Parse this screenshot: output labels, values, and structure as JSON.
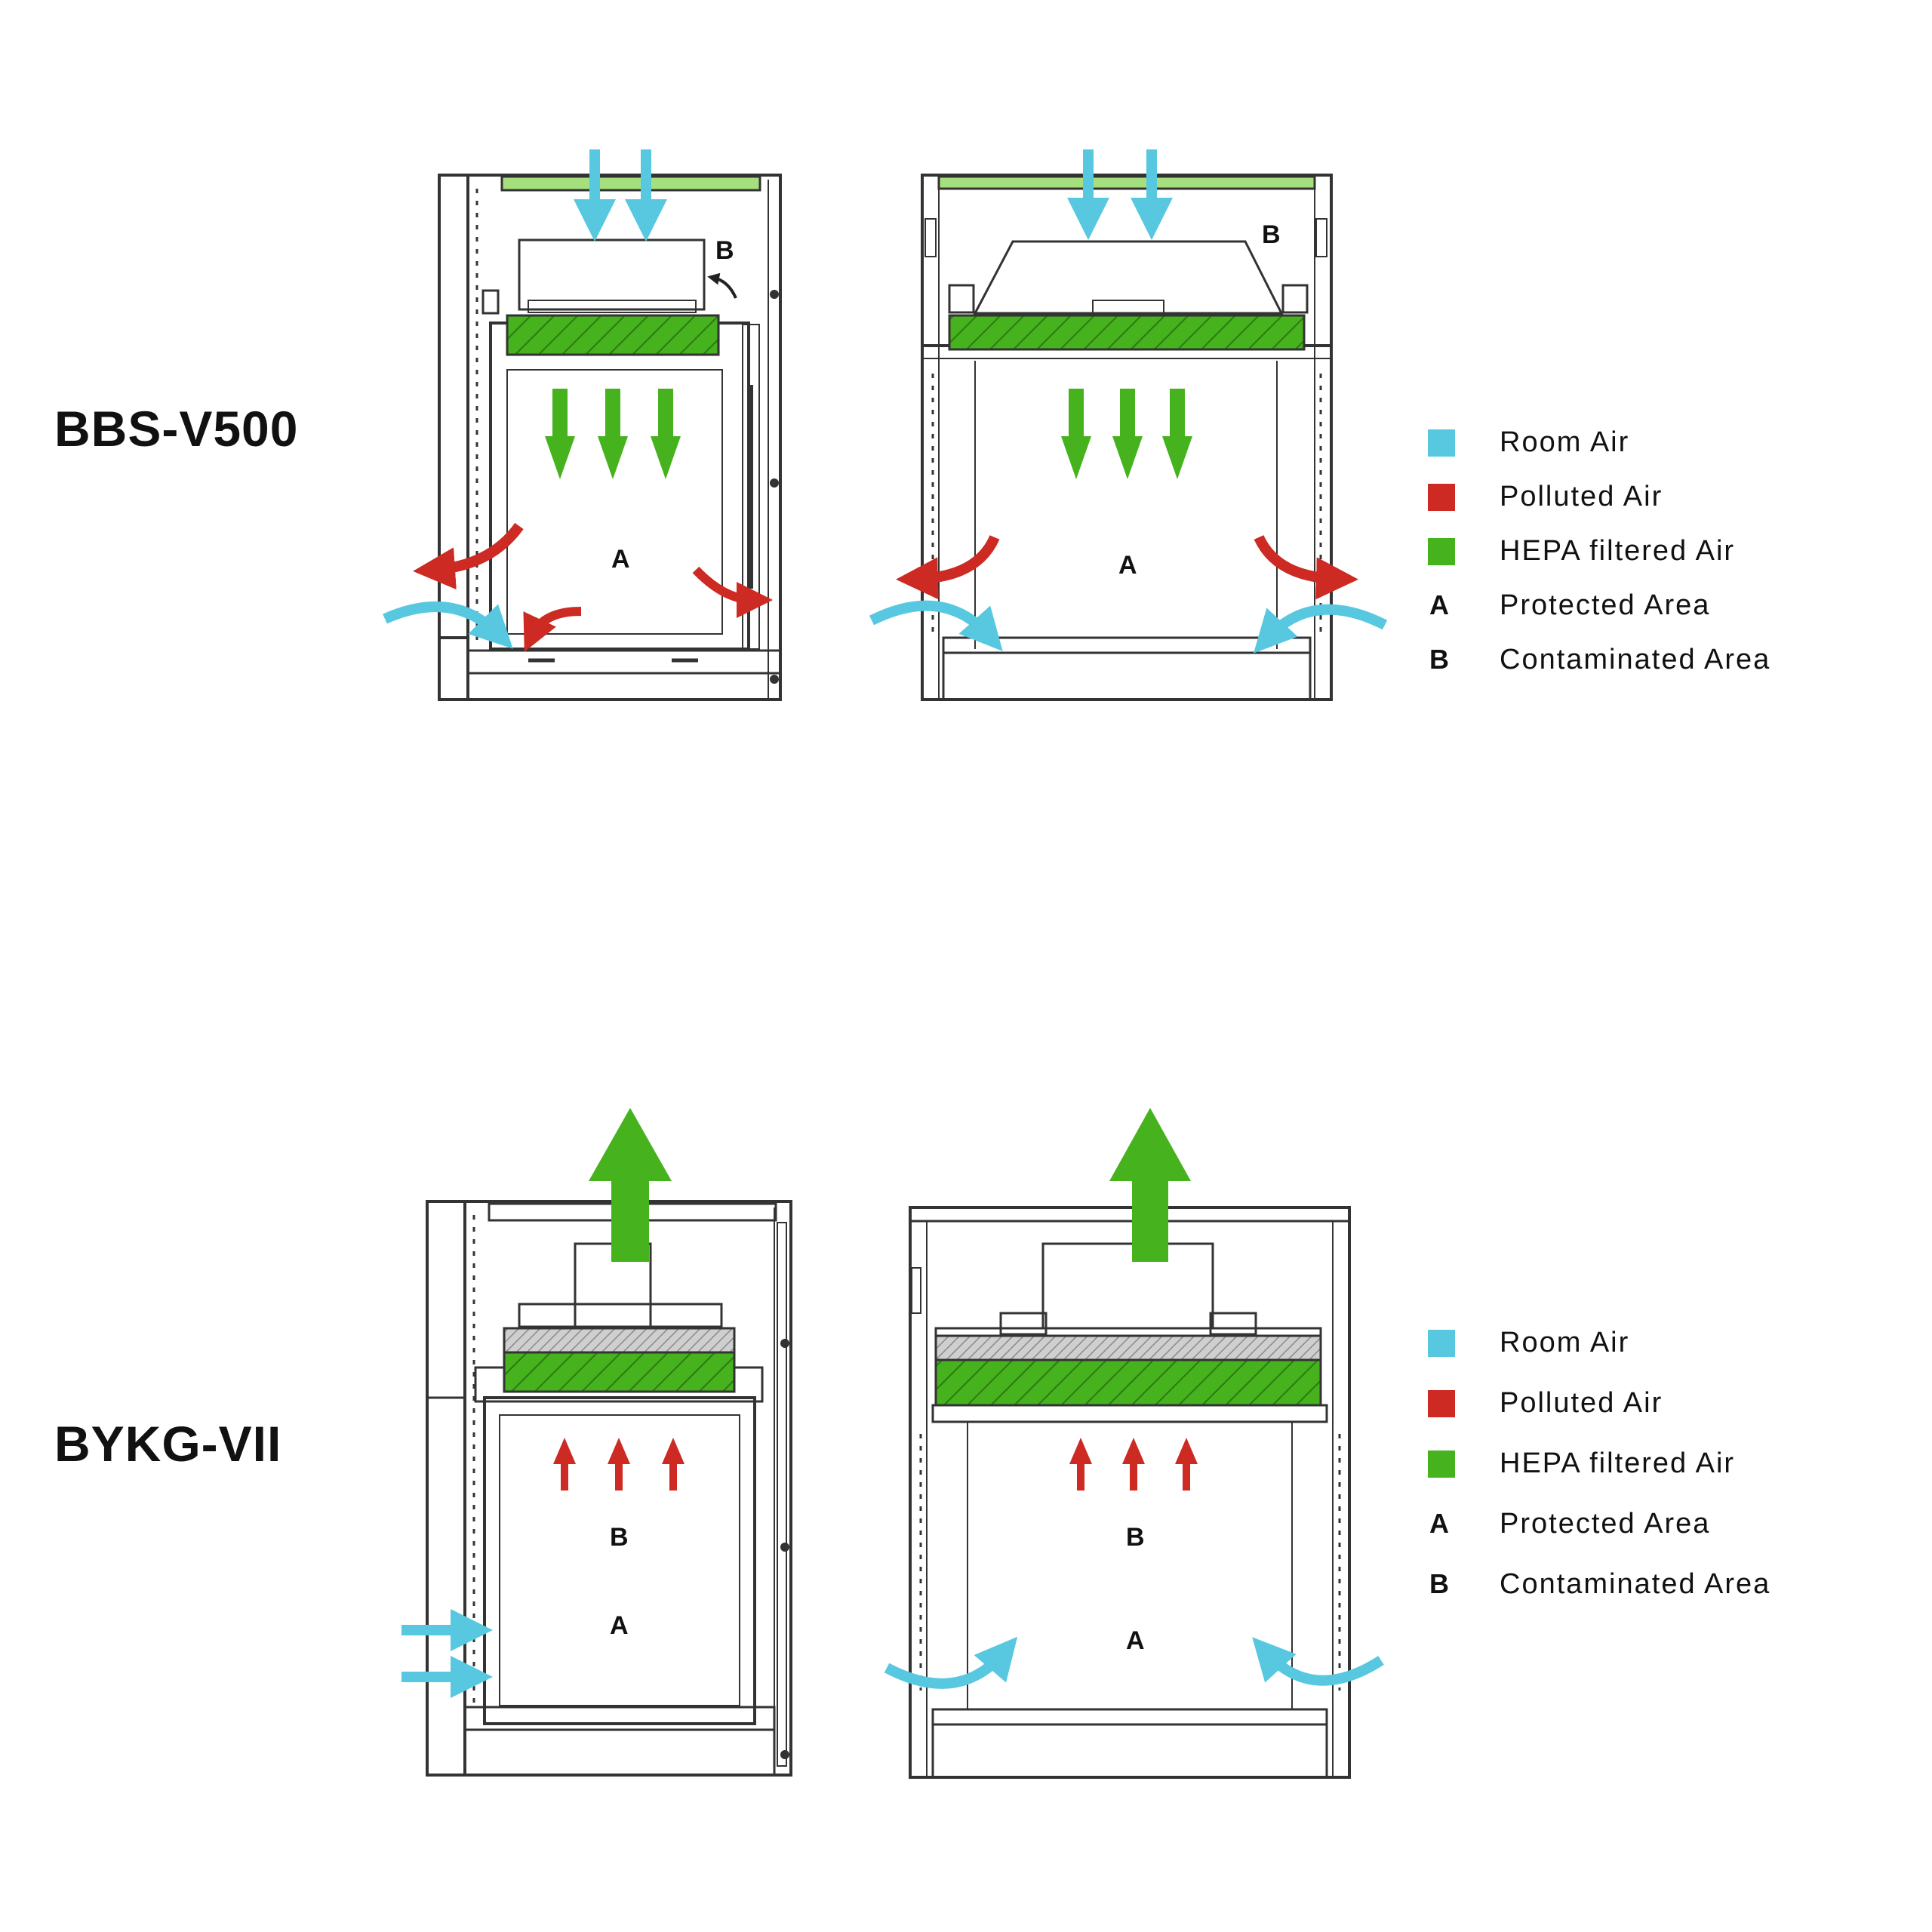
{
  "models": {
    "top": "BBS-V500",
    "bottom": "BYKG-VII"
  },
  "colors": {
    "room_air": "#58c8e0",
    "polluted_air": "#cc2a23",
    "hepa_air": "#45b21e",
    "frame": "#333333"
  },
  "area_labels": {
    "a": "A",
    "b": "B"
  },
  "legend_top": {
    "items": [
      {
        "swatch": "room_air",
        "label": "Room Air"
      },
      {
        "swatch": "polluted_air",
        "label": "Polluted Air"
      },
      {
        "swatch": "hepa_air",
        "label": "HEPA filtered Air"
      },
      {
        "letter": "A",
        "label": "Protected Area"
      },
      {
        "letter": "B",
        "label": "Contaminated Area"
      }
    ]
  },
  "legend_bottom": {
    "items": [
      {
        "swatch": "room_air",
        "label": "Room Air"
      },
      {
        "swatch": "polluted_air",
        "label": "Polluted Air"
      },
      {
        "swatch": "hepa_air",
        "label": "HEPA filtered Air"
      },
      {
        "letter": "A",
        "label": "Protected Area"
      },
      {
        "letter": "B",
        "label": "Contaminated Area"
      }
    ]
  }
}
